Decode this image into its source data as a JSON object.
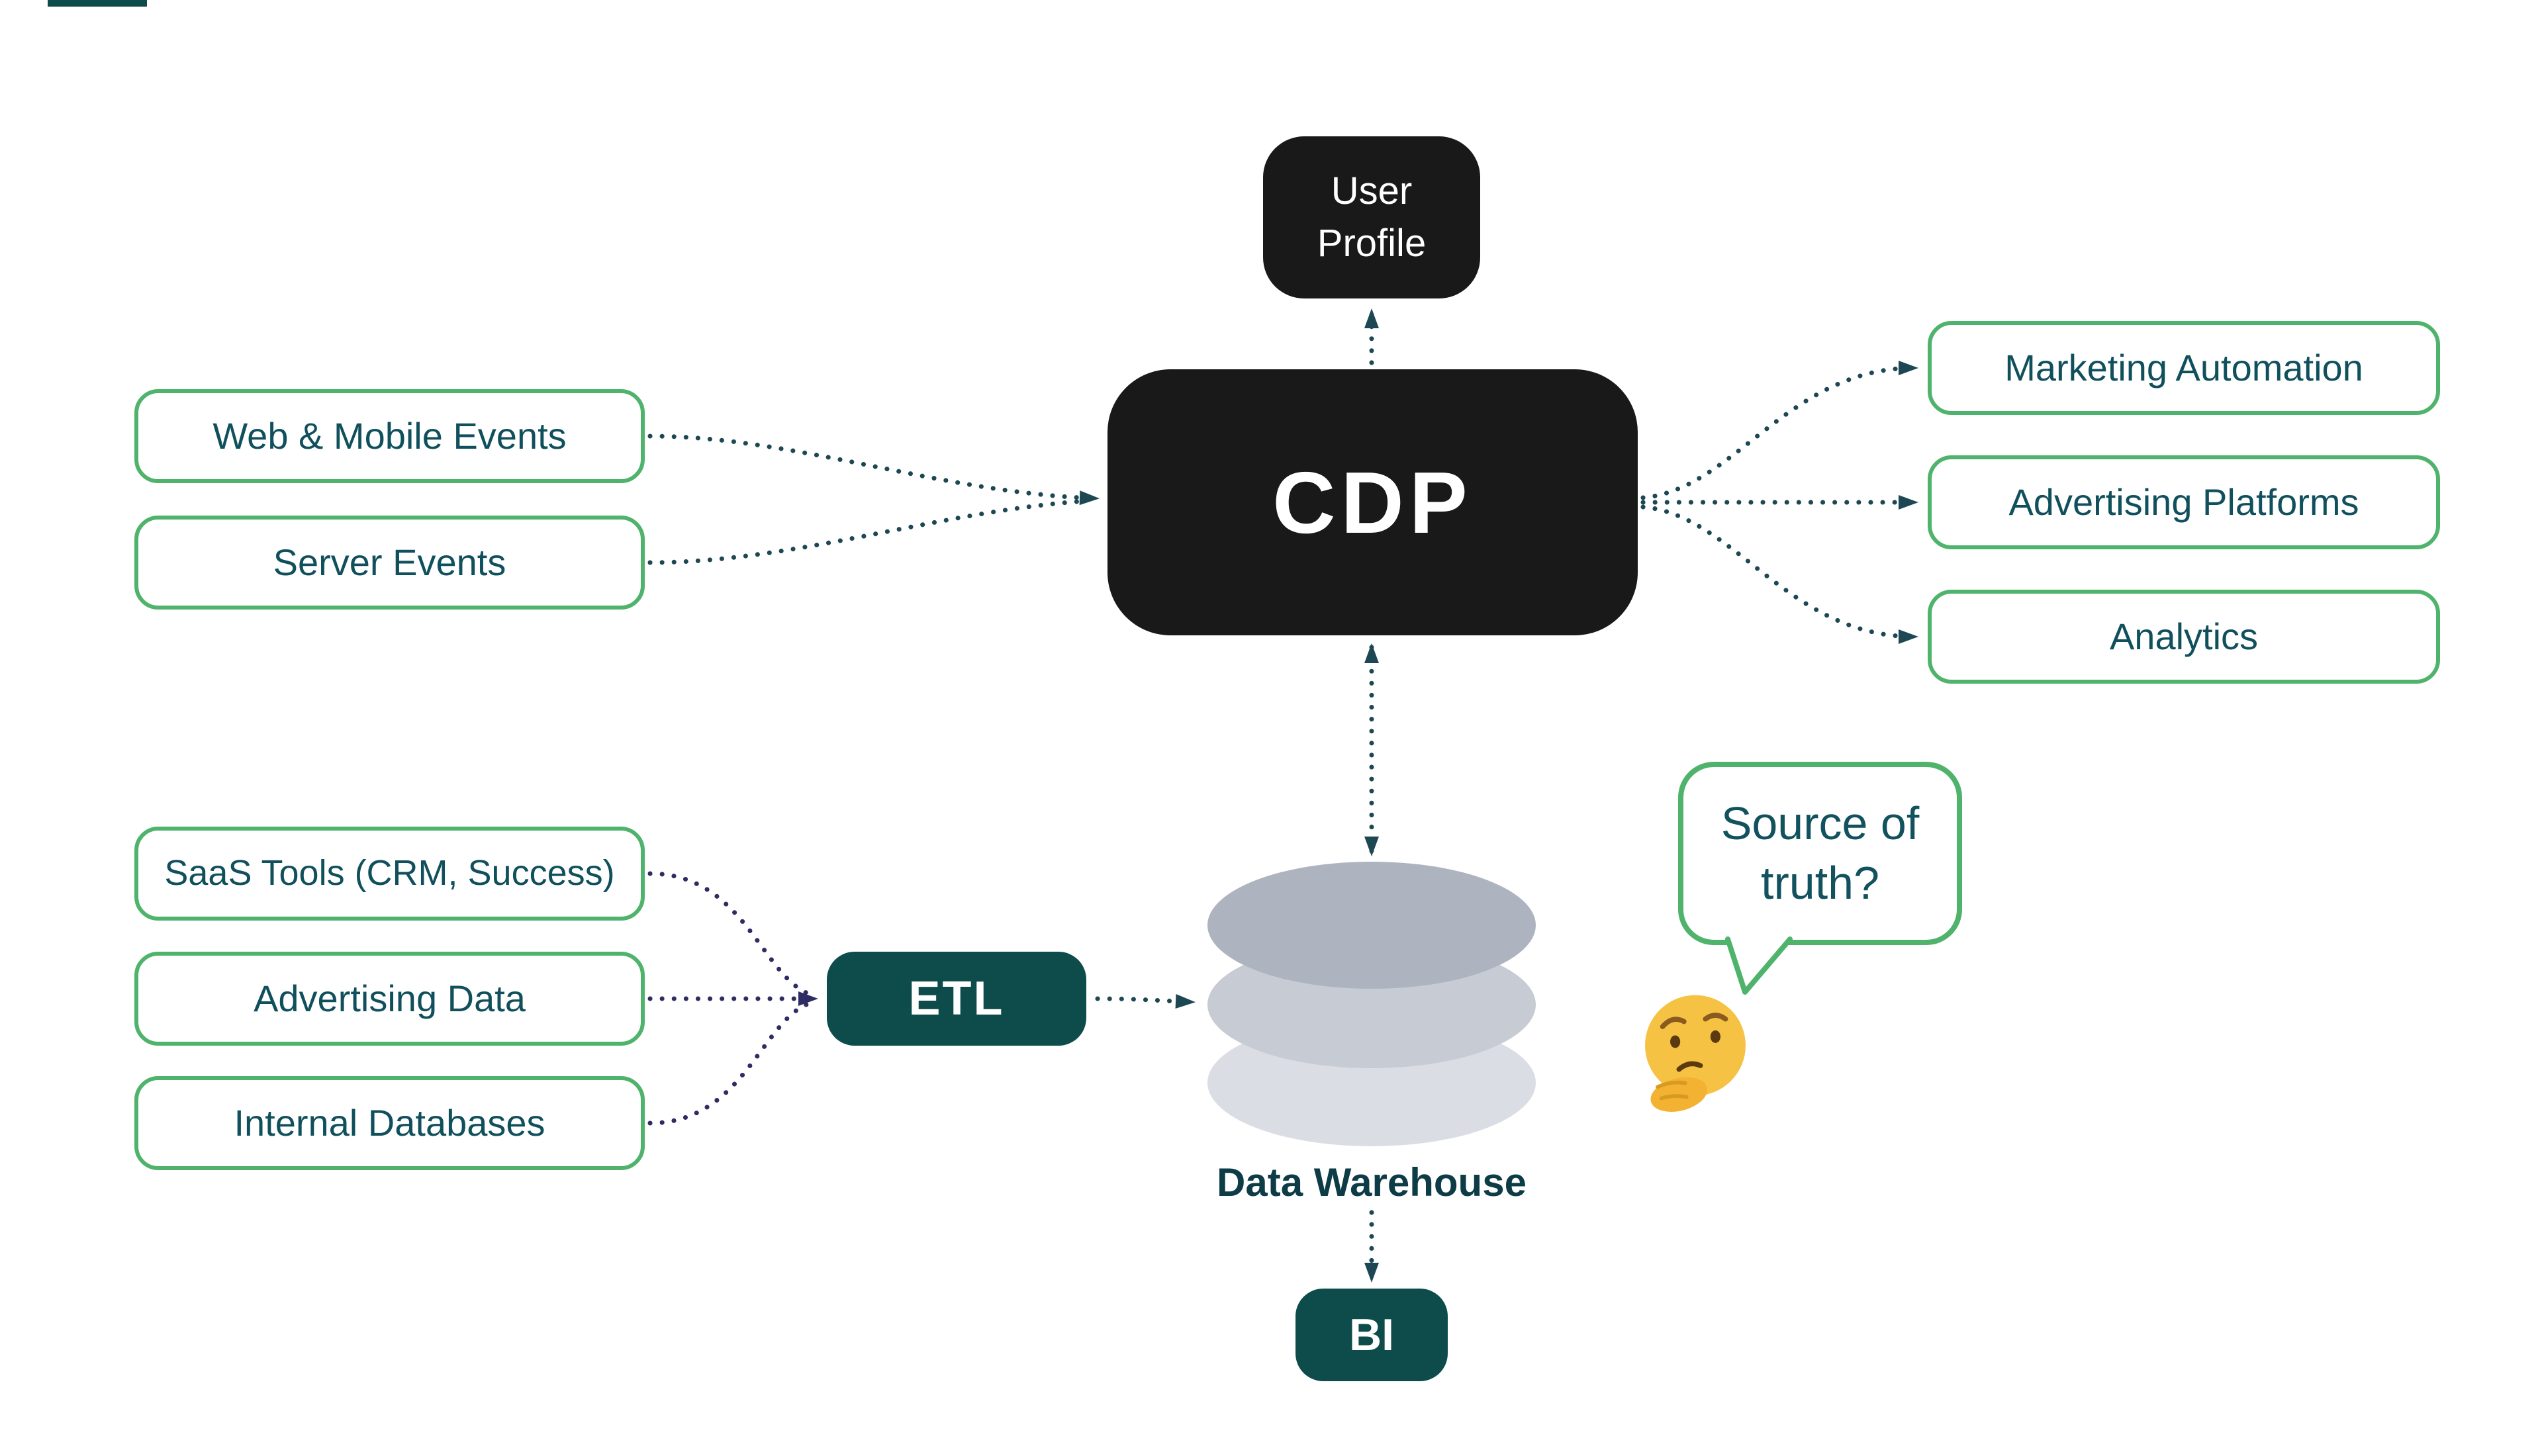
{
  "diagram": {
    "nodes": {
      "user_profile": "User Profile",
      "cdp": "CDP",
      "web_mobile_events": "Web & Mobile Events",
      "server_events": "Server Events",
      "marketing_automation": "Marketing Automation",
      "advertising_platforms": "Advertising Platforms",
      "analytics": "Analytics",
      "saas_tools": "SaaS Tools (CRM, Success)",
      "advertising_data": "Advertising Data",
      "internal_databases": "Internal Databases",
      "etl": "ETL",
      "data_warehouse": "Data Warehouse",
      "bi": "BI"
    },
    "annotations": {
      "speech_bubble": "Source of truth?",
      "emoji": "thinking-face"
    },
    "colors": {
      "green_border": "#4fb36c",
      "teal_text": "#10505c",
      "dark_node_bg": "#191919",
      "teal_node_bg": "#0e4c4c",
      "arrow_teal": "#1d4752",
      "arrow_navy": "#2e2c63",
      "warehouse_top": "#aeb3c0",
      "warehouse_mid": "#c7cbd4",
      "warehouse_bottom": "#dadde3"
    }
  }
}
